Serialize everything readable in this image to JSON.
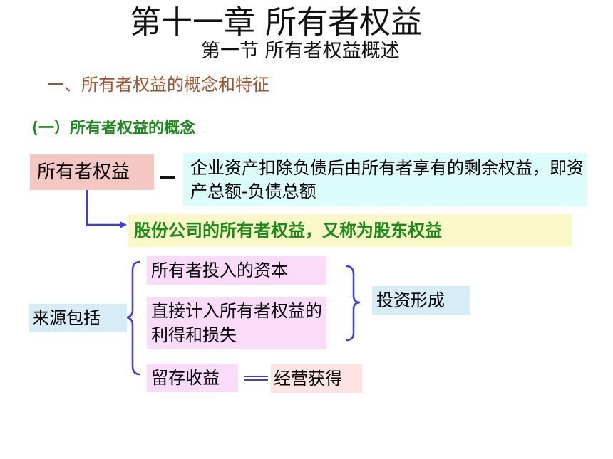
{
  "chapter_title": "第十一章  所有者权益",
  "section_title": "第一节  所有者权益概述",
  "heading1": "一、所有者权益的概念和特征",
  "heading2": "(一）所有者权益的概念",
  "term": "所有者权益",
  "definition": "企业资产扣除负债后由所有者享有的剩余权益，即资产总额-负债总额",
  "alias": "股份公司的所有者权益，又称为股东权益",
  "sources_label": "来源包括",
  "sources": {
    "item1": "所有者投入的资本",
    "item2": "直接计入所有者权益的利得和损失",
    "item3": "留存收益"
  },
  "invest_formed": "投资形成",
  "operation_gained": "经营获得",
  "colors": {
    "heading1": "#a0522d",
    "heading2": "#1a8a1a",
    "arrow": "#3b3bf0"
  }
}
